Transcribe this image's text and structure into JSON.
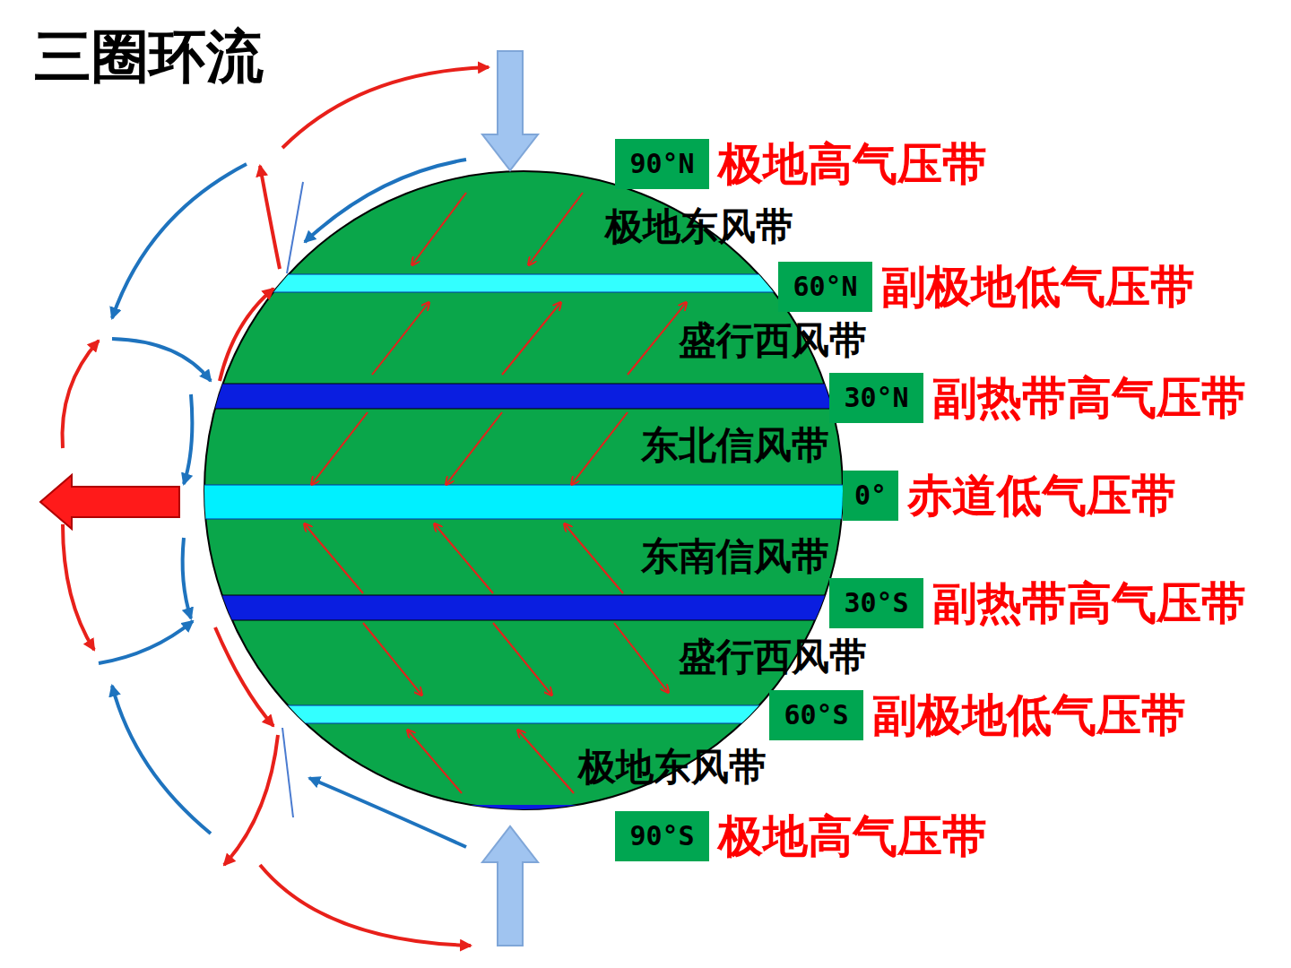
{
  "diagram": {
    "title": "三圈环流",
    "nodes": [
      {
        "text": [
          "90°N",
          "极地高气压带"
        ]
      },
      {
        "text": [
          "60°N",
          "副极地低气压带"
        ]
      },
      {
        "text": [
          "30°N",
          "副热带高气压带"
        ]
      },
      {
        "text": [
          "0°",
          "赤道低气压带"
        ]
      },
      {
        "text": [
          "30°S",
          "副热带高气压带"
        ]
      },
      {
        "text": [
          "60°S",
          "副极地低气压带"
        ]
      },
      {
        "text": [
          "90°S",
          "极地高气压带"
        ]
      }
    ],
    "labels": [
      "极地东风带",
      "盛行西风带",
      "东北信风带",
      "东南信风带",
      "盛行西风带",
      "极地东风带"
    ]
  }
}
